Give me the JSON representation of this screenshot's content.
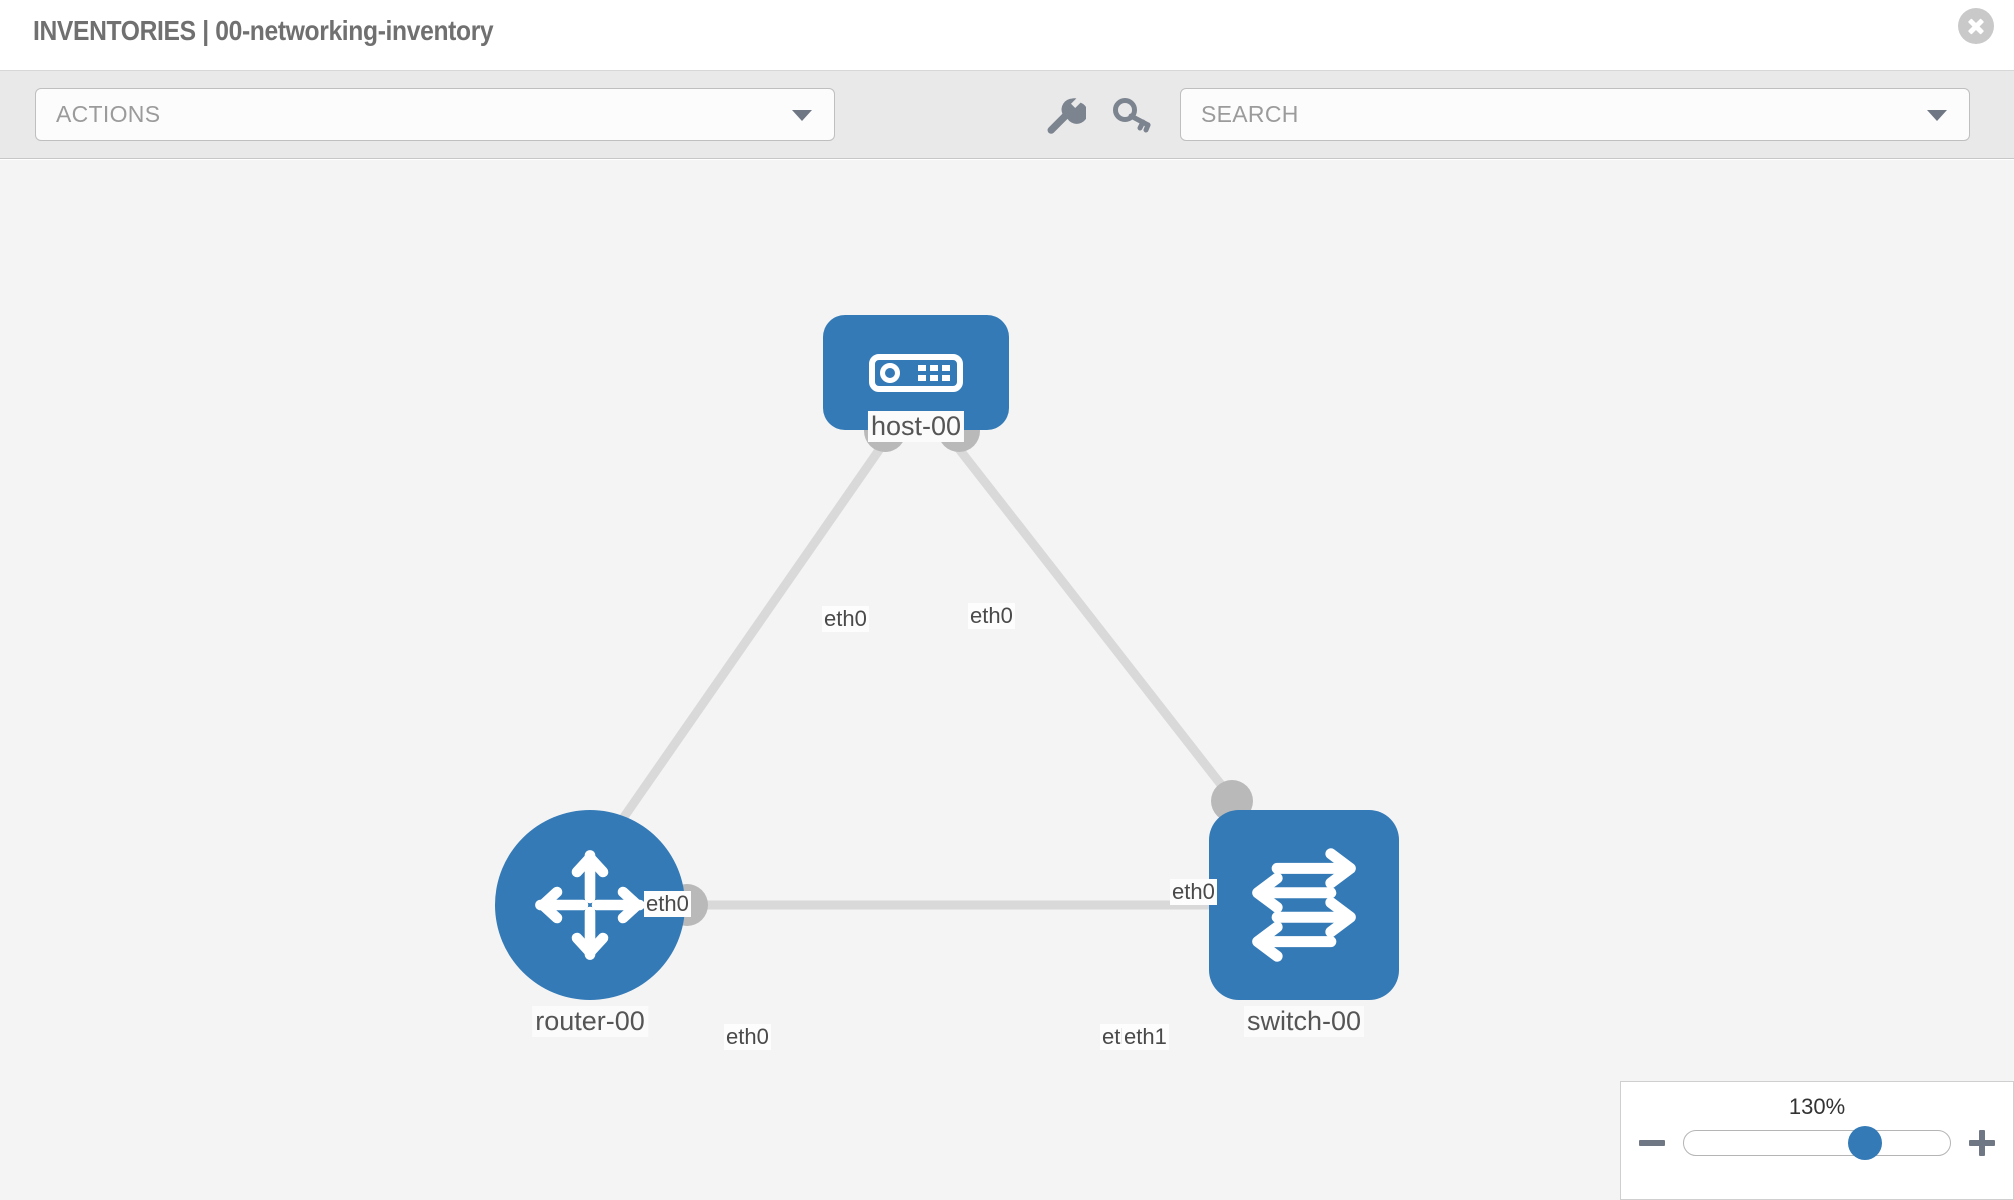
{
  "header": {
    "title": "INVENTORIES | 00-networking-inventory",
    "close_label": "close-icon"
  },
  "toolbar": {
    "actions_label": "ACTIONS",
    "search_placeholder": "SEARCH",
    "wrench_icon": "wrench-icon",
    "key_icon": "key-icon"
  },
  "topology": {
    "nodes": [
      {
        "id": "host-00",
        "label": "host-00",
        "type": "host",
        "color": "#337ab7"
      },
      {
        "id": "router-00",
        "label": "router-00",
        "type": "router",
        "color": "#337ab7"
      },
      {
        "id": "switch-00",
        "label": "switch-00",
        "type": "switch",
        "color": "#337ab7"
      }
    ],
    "edge_labels": [
      {
        "id": "host-left",
        "text": "eth0"
      },
      {
        "id": "host-right",
        "text": "eth0"
      },
      {
        "id": "router-up",
        "text": "eth0"
      },
      {
        "id": "switch-up",
        "text": "eth0"
      },
      {
        "id": "router-right",
        "text": "eth0"
      },
      {
        "id": "switch-left-a",
        "text": "eth0"
      },
      {
        "id": "switch-left-b",
        "text": "eth1"
      }
    ],
    "link_color": "#d9d9d9",
    "port_color": "#b9b9b9"
  },
  "zoom": {
    "value": "130%",
    "minus_label": "zoom-out",
    "plus_label": "zoom-in",
    "thumb_position_pct": 68
  }
}
